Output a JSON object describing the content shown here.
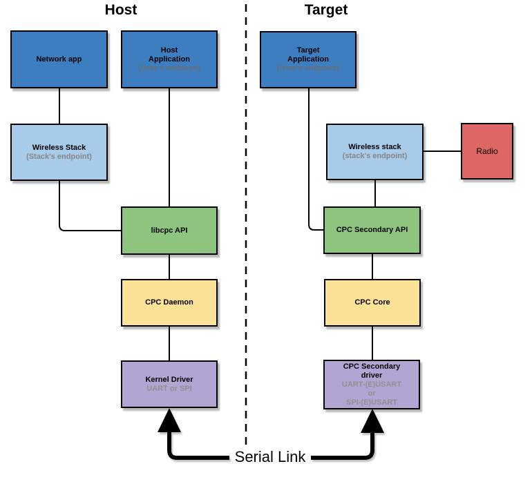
{
  "titles": {
    "host": "Host",
    "target": "Target"
  },
  "serial_link_label": "Serial Link",
  "colors": {
    "blue": "#3C7EC0",
    "lightblue": "#A8CBEA",
    "green": "#8EC57E",
    "yellow": "#FBE296",
    "purple": "#B3A5D3",
    "red": "#DD6764",
    "line": "#000000",
    "subtitle_gray": "#8C8C8C",
    "background": "#FFFFFF"
  },
  "boxes": {
    "network_app": {
      "title": "Network app"
    },
    "host_application": {
      "title": "Host\nApplication",
      "subtitle": "(User's endpoint)"
    },
    "wireless_stack_host": {
      "title": "Wireless Stack",
      "subtitle": "(Stack's endpoint)"
    },
    "target_application": {
      "title": "Target\nApplication",
      "subtitle": "(User's endpoint)"
    },
    "wireless_stack_target": {
      "title": "Wireless stack",
      "subtitle": "(stack's endpoint)"
    },
    "radio": {
      "title": "Radio"
    },
    "libcpc_api": {
      "title": "libcpc API"
    },
    "cpc_daemon": {
      "title": "CPC Daemon"
    },
    "kernel_driver": {
      "title": "Kernel Driver",
      "subtitle": "UART or SPI"
    },
    "cpc_secondary_api": {
      "title": "CPC Secondary API"
    },
    "cpc_core": {
      "title": "CPC Core"
    },
    "cpc_secondary_driver": {
      "title": "CPC Secondary\ndriver",
      "subtitle": "UART-(E)USART\nor\nSPI-(E)USART"
    }
  }
}
